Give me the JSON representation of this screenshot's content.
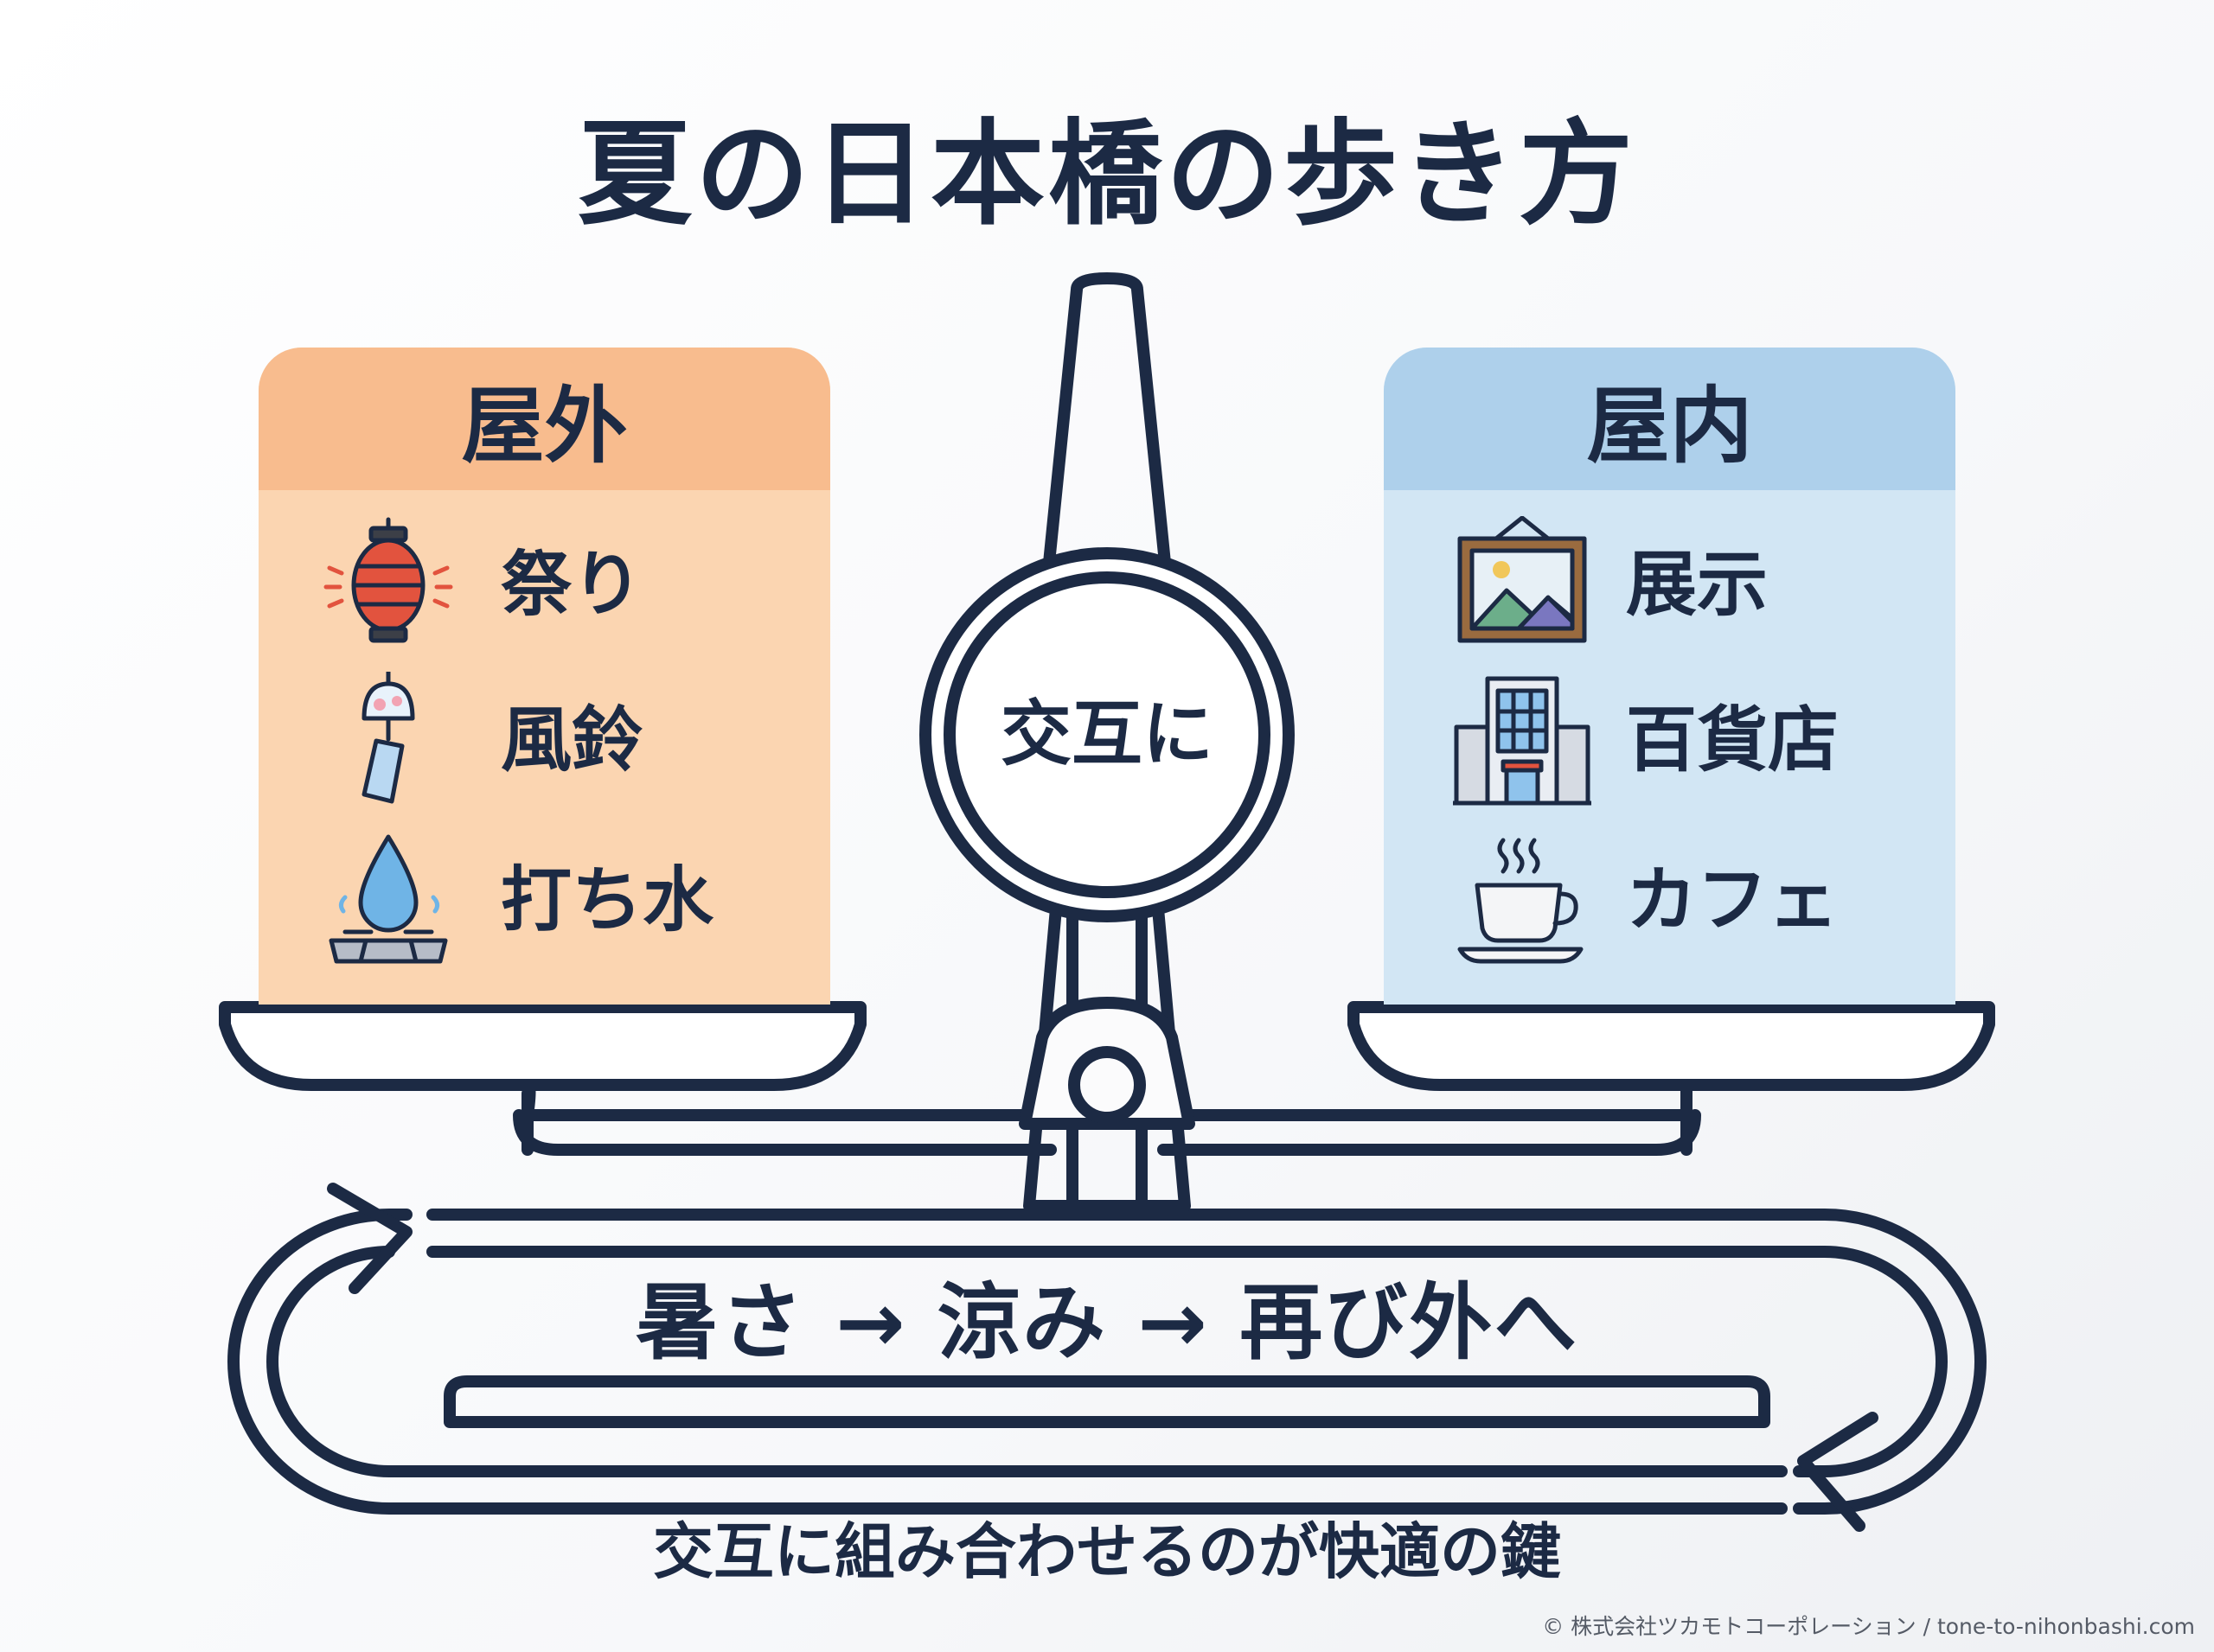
{
  "title": "夏の日本橋の歩き方",
  "outdoor": {
    "heading": "屋外",
    "items": [
      {
        "label": "祭り",
        "icon": "lantern-icon"
      },
      {
        "label": "風鈴",
        "icon": "wind-chime-icon"
      },
      {
        "label": "打ち水",
        "icon": "water-drop-icon"
      }
    ]
  },
  "indoor": {
    "heading": "屋内",
    "items": [
      {
        "label": "展示",
        "icon": "framed-picture-icon"
      },
      {
        "label": "百貨店",
        "icon": "department-store-icon"
      },
      {
        "label": "カフェ",
        "icon": "coffee-cup-icon"
      }
    ]
  },
  "center_label": "交互に",
  "cycle_text": "暑さ → 涼み → 再び外へ",
  "caption": "交互に組み合わせるのが快適の鍵",
  "copyright": "© 株式会社ツカモトコーポレーション / tone-to-nihonbashi.com",
  "colors": {
    "navy": "#1c2a44",
    "outdoor_panel": "#fbd5b1",
    "outdoor_header": "#f8bc8e",
    "indoor_panel": "#d2e6f4",
    "indoor_header": "#aed0eb"
  }
}
